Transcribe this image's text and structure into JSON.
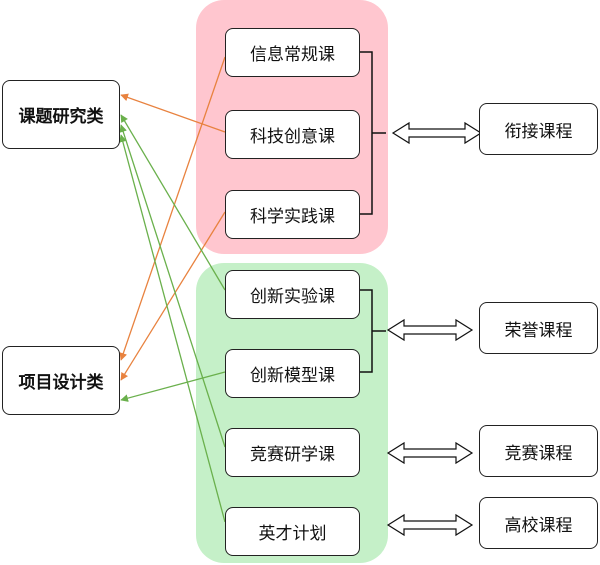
{
  "colors": {
    "pink_zone": "#ffc6cf",
    "green_zone": "#c5f0c8",
    "orange_arrow": "#e8823f",
    "green_arrow": "#6ab04c"
  },
  "left_categories": {
    "research": "课题研究类",
    "project": "项目设计类"
  },
  "courses": [
    "信息常规课",
    "科技创意课",
    "科学实践课",
    "创新实验课",
    "创新模型课",
    "竞赛研学课",
    "英才计划"
  ],
  "right_programs": [
    "衔接课程",
    "荣誉课程",
    "竞赛课程",
    "高校课程"
  ]
}
